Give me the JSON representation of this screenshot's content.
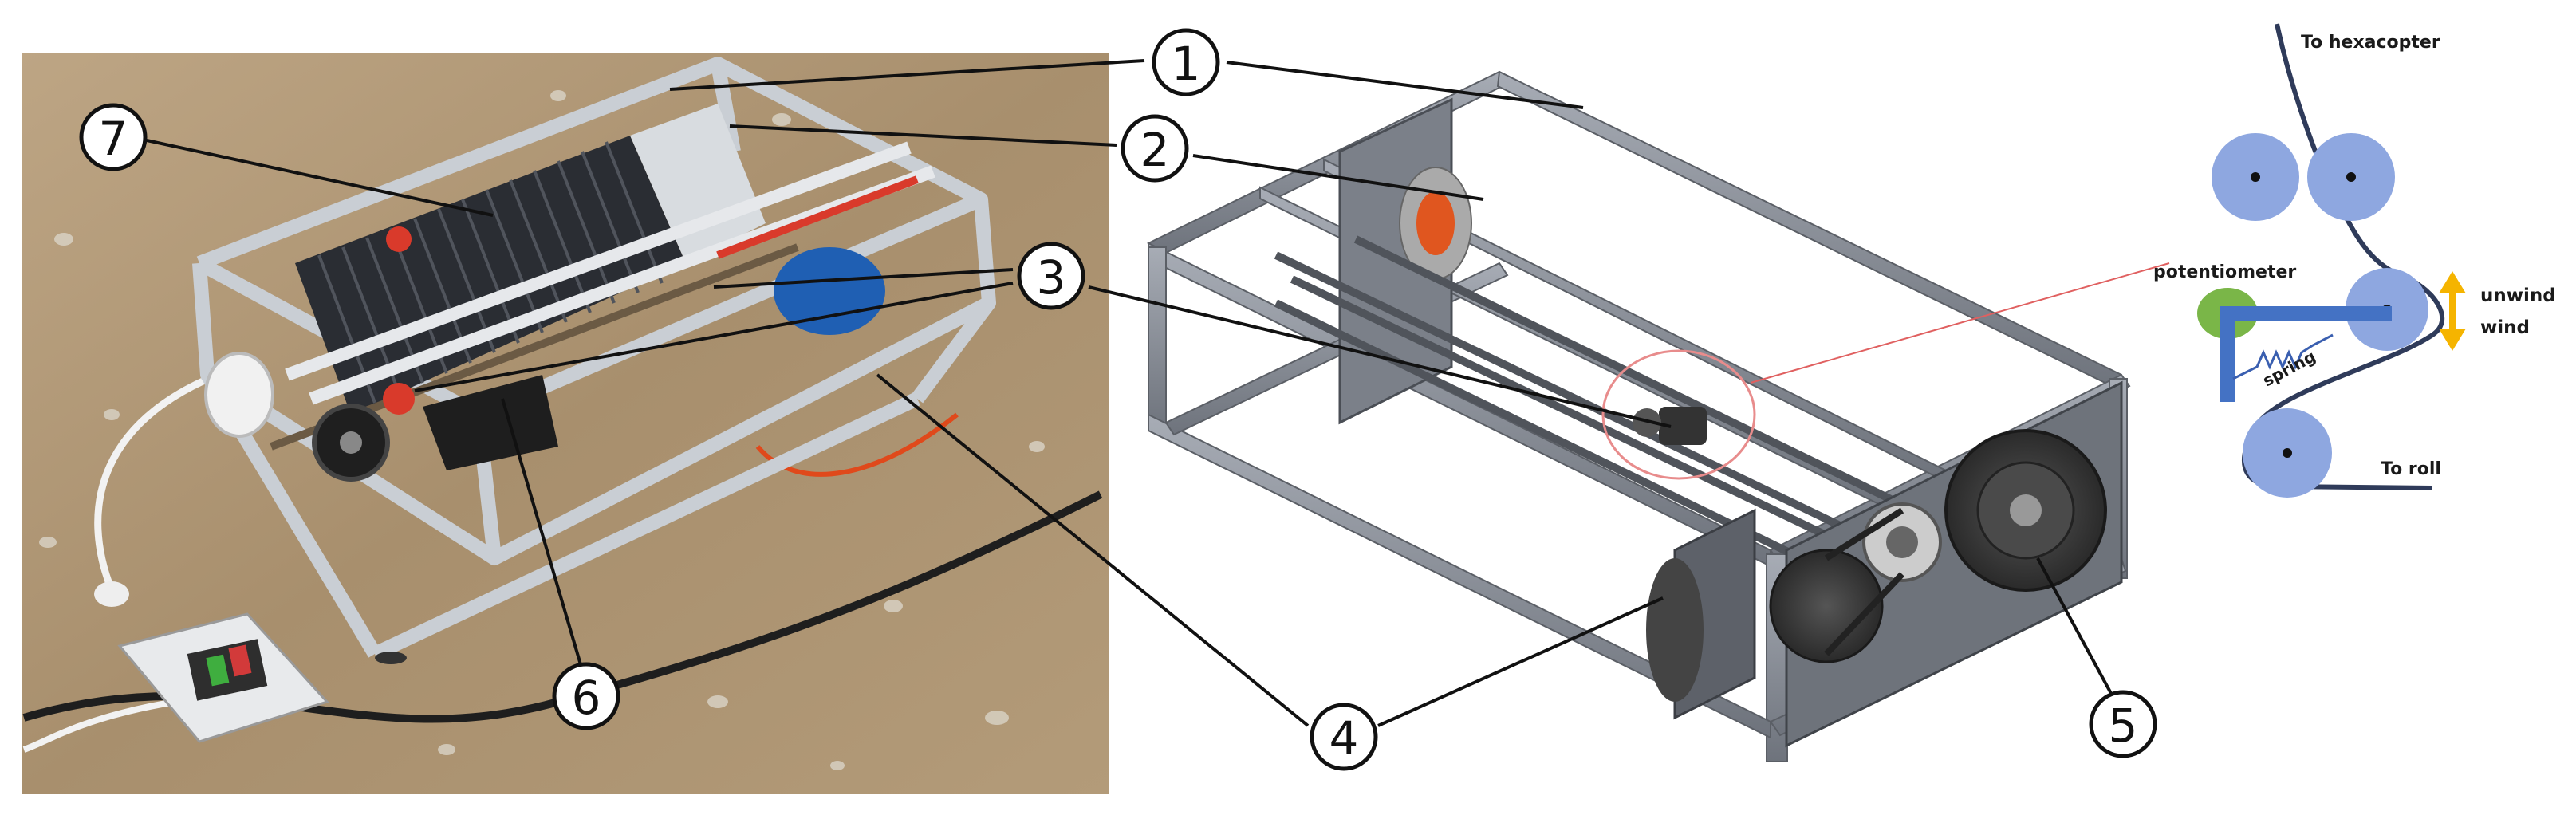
{
  "callouts": [
    "1",
    "2",
    "3",
    "4",
    "5",
    "6",
    "7"
  ],
  "schematic": {
    "top_label": "To hexacopter",
    "potentiometer_label": "potentiometer",
    "unwind_label": "unwind",
    "wind_label": "wind",
    "spring_label": "spring",
    "bottom_label": "To roll"
  },
  "colors": {
    "pulley": "#8ea7e0",
    "arm": "#4472c4",
    "potentiometer": "#7ab648",
    "arrow": "#f5b400",
    "frame": "#8a8f99",
    "ground": "#b89f7c"
  }
}
